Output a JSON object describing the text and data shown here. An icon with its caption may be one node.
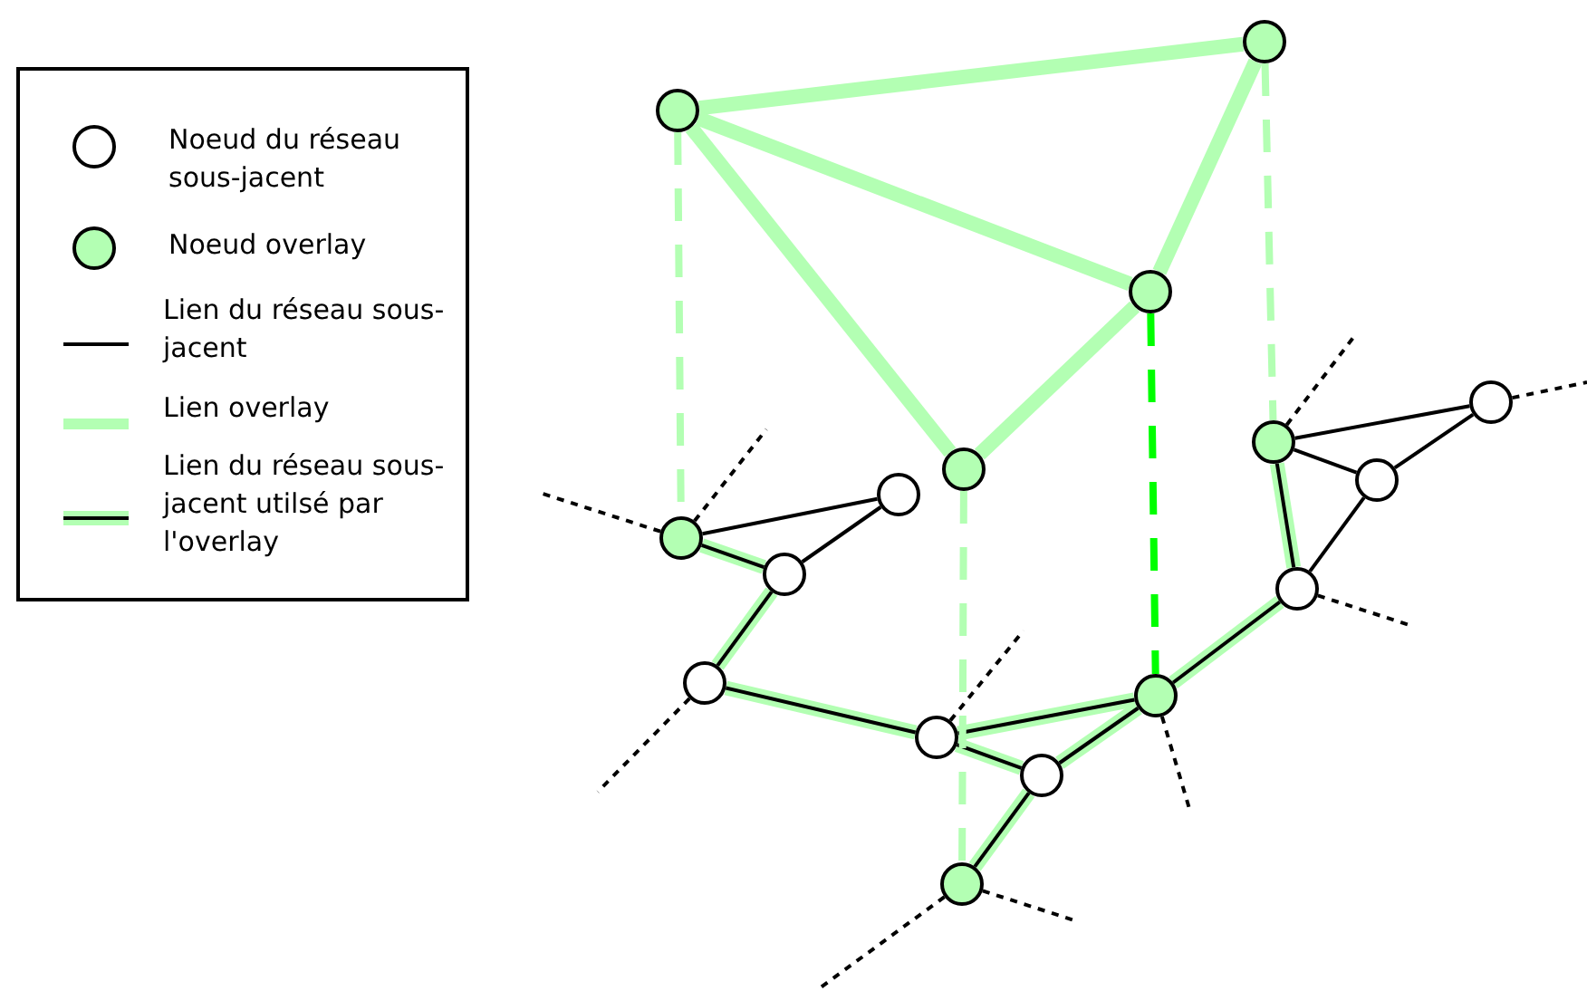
{
  "diagram": {
    "nodes": [
      {
        "text": [],
        "shape": "circle"
      },
      {
        "text": [],
        "shape": "circle"
      },
      {
        "text": [],
        "shape": "circle"
      },
      {
        "text": [],
        "shape": "circle"
      },
      {
        "text": [],
        "shape": "circle"
      },
      {
        "text": [],
        "shape": "circle"
      },
      {
        "text": [],
        "shape": "circle"
      },
      {
        "text": [],
        "shape": "circle"
      },
      {
        "text": [],
        "shape": "circle"
      },
      {
        "text": [],
        "shape": "circle"
      },
      {
        "text": [],
        "shape": "circle"
      },
      {
        "text": [],
        "shape": "circle"
      },
      {
        "text": [],
        "shape": "circle"
      },
      {
        "text": [],
        "shape": "circle"
      },
      {
        "text": [],
        "shape": "circle"
      },
      {
        "text": [],
        "shape": "circle"
      }
    ],
    "edges": [
      {
        "from": 0,
        "to": 1,
        "arrow": "none",
        "style": "thick",
        "color": "#b3ffb3"
      },
      {
        "from": 0,
        "to": 2,
        "arrow": "none",
        "style": "thick",
        "color": "#b3ffb3"
      },
      {
        "from": 0,
        "to": 3,
        "arrow": "none",
        "style": "thick",
        "color": "#b3ffb3"
      },
      {
        "from": 1,
        "to": 2,
        "arrow": "none",
        "style": "thick",
        "color": "#b3ffb3"
      },
      {
        "from": 2,
        "to": 3,
        "arrow": "none",
        "style": "thick",
        "color": "#b3ffb3"
      },
      {
        "from": 0,
        "to": 4,
        "arrow": "none",
        "style": "dashed",
        "color": "#b3ffb3"
      },
      {
        "from": 3,
        "to": 11,
        "arrow": "none",
        "style": "dashed",
        "color": "#b3ffb3"
      },
      {
        "from": 2,
        "to": 10,
        "arrow": "none",
        "style": "dashed",
        "color": "#00ff00"
      },
      {
        "from": 1,
        "to": 12,
        "arrow": "none",
        "style": "dashed",
        "color": "#b3ffb3"
      },
      {
        "from": 4,
        "to": 5,
        "arrow": "none",
        "color": "#000000"
      },
      {
        "from": 4,
        "to": 6,
        "arrow": "none",
        "style": "thick"
      },
      {
        "from": 5,
        "to": 6,
        "arrow": "none",
        "color": "#000000"
      },
      {
        "from": 6,
        "to": 7,
        "arrow": "none",
        "style": "thick"
      },
      {
        "from": 7,
        "to": 8,
        "arrow": "none",
        "style": "thick"
      },
      {
        "from": 8,
        "to": 10,
        "arrow": "none",
        "style": "thick"
      },
      {
        "from": 8,
        "to": 9,
        "arrow": "none",
        "style": "thick"
      },
      {
        "from": 9,
        "to": 10,
        "arrow": "none",
        "style": "thick"
      },
      {
        "from": 9,
        "to": 11,
        "arrow": "none",
        "style": "thick"
      },
      {
        "from": 10,
        "to": 15,
        "arrow": "none",
        "style": "thick"
      },
      {
        "from": 15,
        "to": 12,
        "arrow": "none",
        "style": "thick"
      },
      {
        "from": 12,
        "to": 13,
        "arrow": "none",
        "color": "#000000"
      },
      {
        "from": 12,
        "to": 14,
        "arrow": "none",
        "color": "#000000"
      },
      {
        "from": 13,
        "to": 14,
        "arrow": "none",
        "color": "#000000"
      },
      {
        "from": 13,
        "to": 15,
        "arrow": "none",
        "color": "#000000"
      },
      {
        "from": 4,
        "to": null,
        "arrow": "none",
        "style": "dashed",
        "color": "#000000"
      },
      {
        "from": 4,
        "to": null,
        "arrow": "none",
        "style": "dashed",
        "color": "#000000"
      },
      {
        "from": 7,
        "to": null,
        "arrow": "none",
        "style": "dashed",
        "color": "#000000"
      },
      {
        "from": 8,
        "to": null,
        "arrow": "none",
        "style": "dashed",
        "color": "#000000"
      },
      {
        "from": 10,
        "to": null,
        "arrow": "none",
        "style": "dashed",
        "color": "#000000"
      },
      {
        "from": 11,
        "to": null,
        "arrow": "none",
        "style": "dashed",
        "color": "#000000"
      },
      {
        "from": 11,
        "to": null,
        "arrow": "none",
        "style": "dashed",
        "color": "#000000"
      },
      {
        "from": 12,
        "to": null,
        "arrow": "none",
        "style": "dashed",
        "color": "#000000"
      },
      {
        "from": 14,
        "to": null,
        "arrow": "none",
        "style": "dashed",
        "color": "#000000"
      },
      {
        "from": 15,
        "to": null,
        "arrow": "none",
        "style": "dashed",
        "color": "#000000"
      }
    ],
    "legend": [
      {
        "text": "Noeud du réseau sous-jacent"
      },
      {
        "text": "Noeud overlay"
      },
      {
        "text": "Lien du réseau sous-jacent"
      },
      {
        "text": "Lien overlay"
      },
      {
        "text": "Lien du réseau sous-jacent utilsé par l'overlay"
      }
    ]
  }
}
